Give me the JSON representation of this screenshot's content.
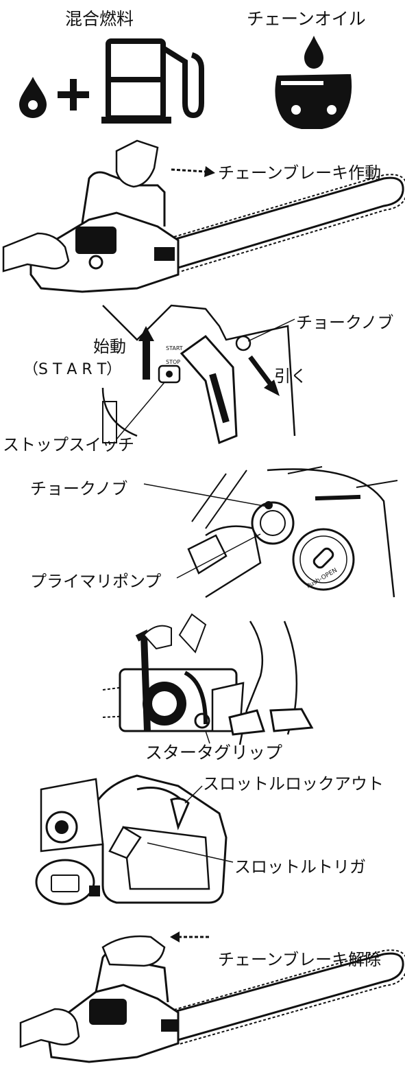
{
  "fuel": {
    "mixed_fuel_label": "混合燃料",
    "chain_oil_label": "チェーンオイル",
    "plus_sign": "+"
  },
  "brake_on": {
    "label": "チェーンブレーキ作動"
  },
  "choke_start": {
    "choke_knob_label": "チョークノブ",
    "start_label": "始動",
    "start_en_label": "（S T A R T）",
    "pull_label": "引く",
    "stop_switch_label": "ストップスイッチ",
    "switch_start_text": "START",
    "switch_stop_text": "STOP"
  },
  "primer": {
    "choke_knob_label": "チョークノブ",
    "primer_pump_label": "プライマリポンプ",
    "cap_text": "Push-OPEN"
  },
  "starting": {
    "starter_grip_label": "スタータグリップ"
  },
  "throttle": {
    "lockout_label": "スロットルロックアウト",
    "trigger_label": "スロットルトリガ"
  },
  "brake_off": {
    "label": "チェーンブレーキ解除"
  },
  "colors": {
    "ink": "#111111",
    "paper": "#ffffff"
  }
}
